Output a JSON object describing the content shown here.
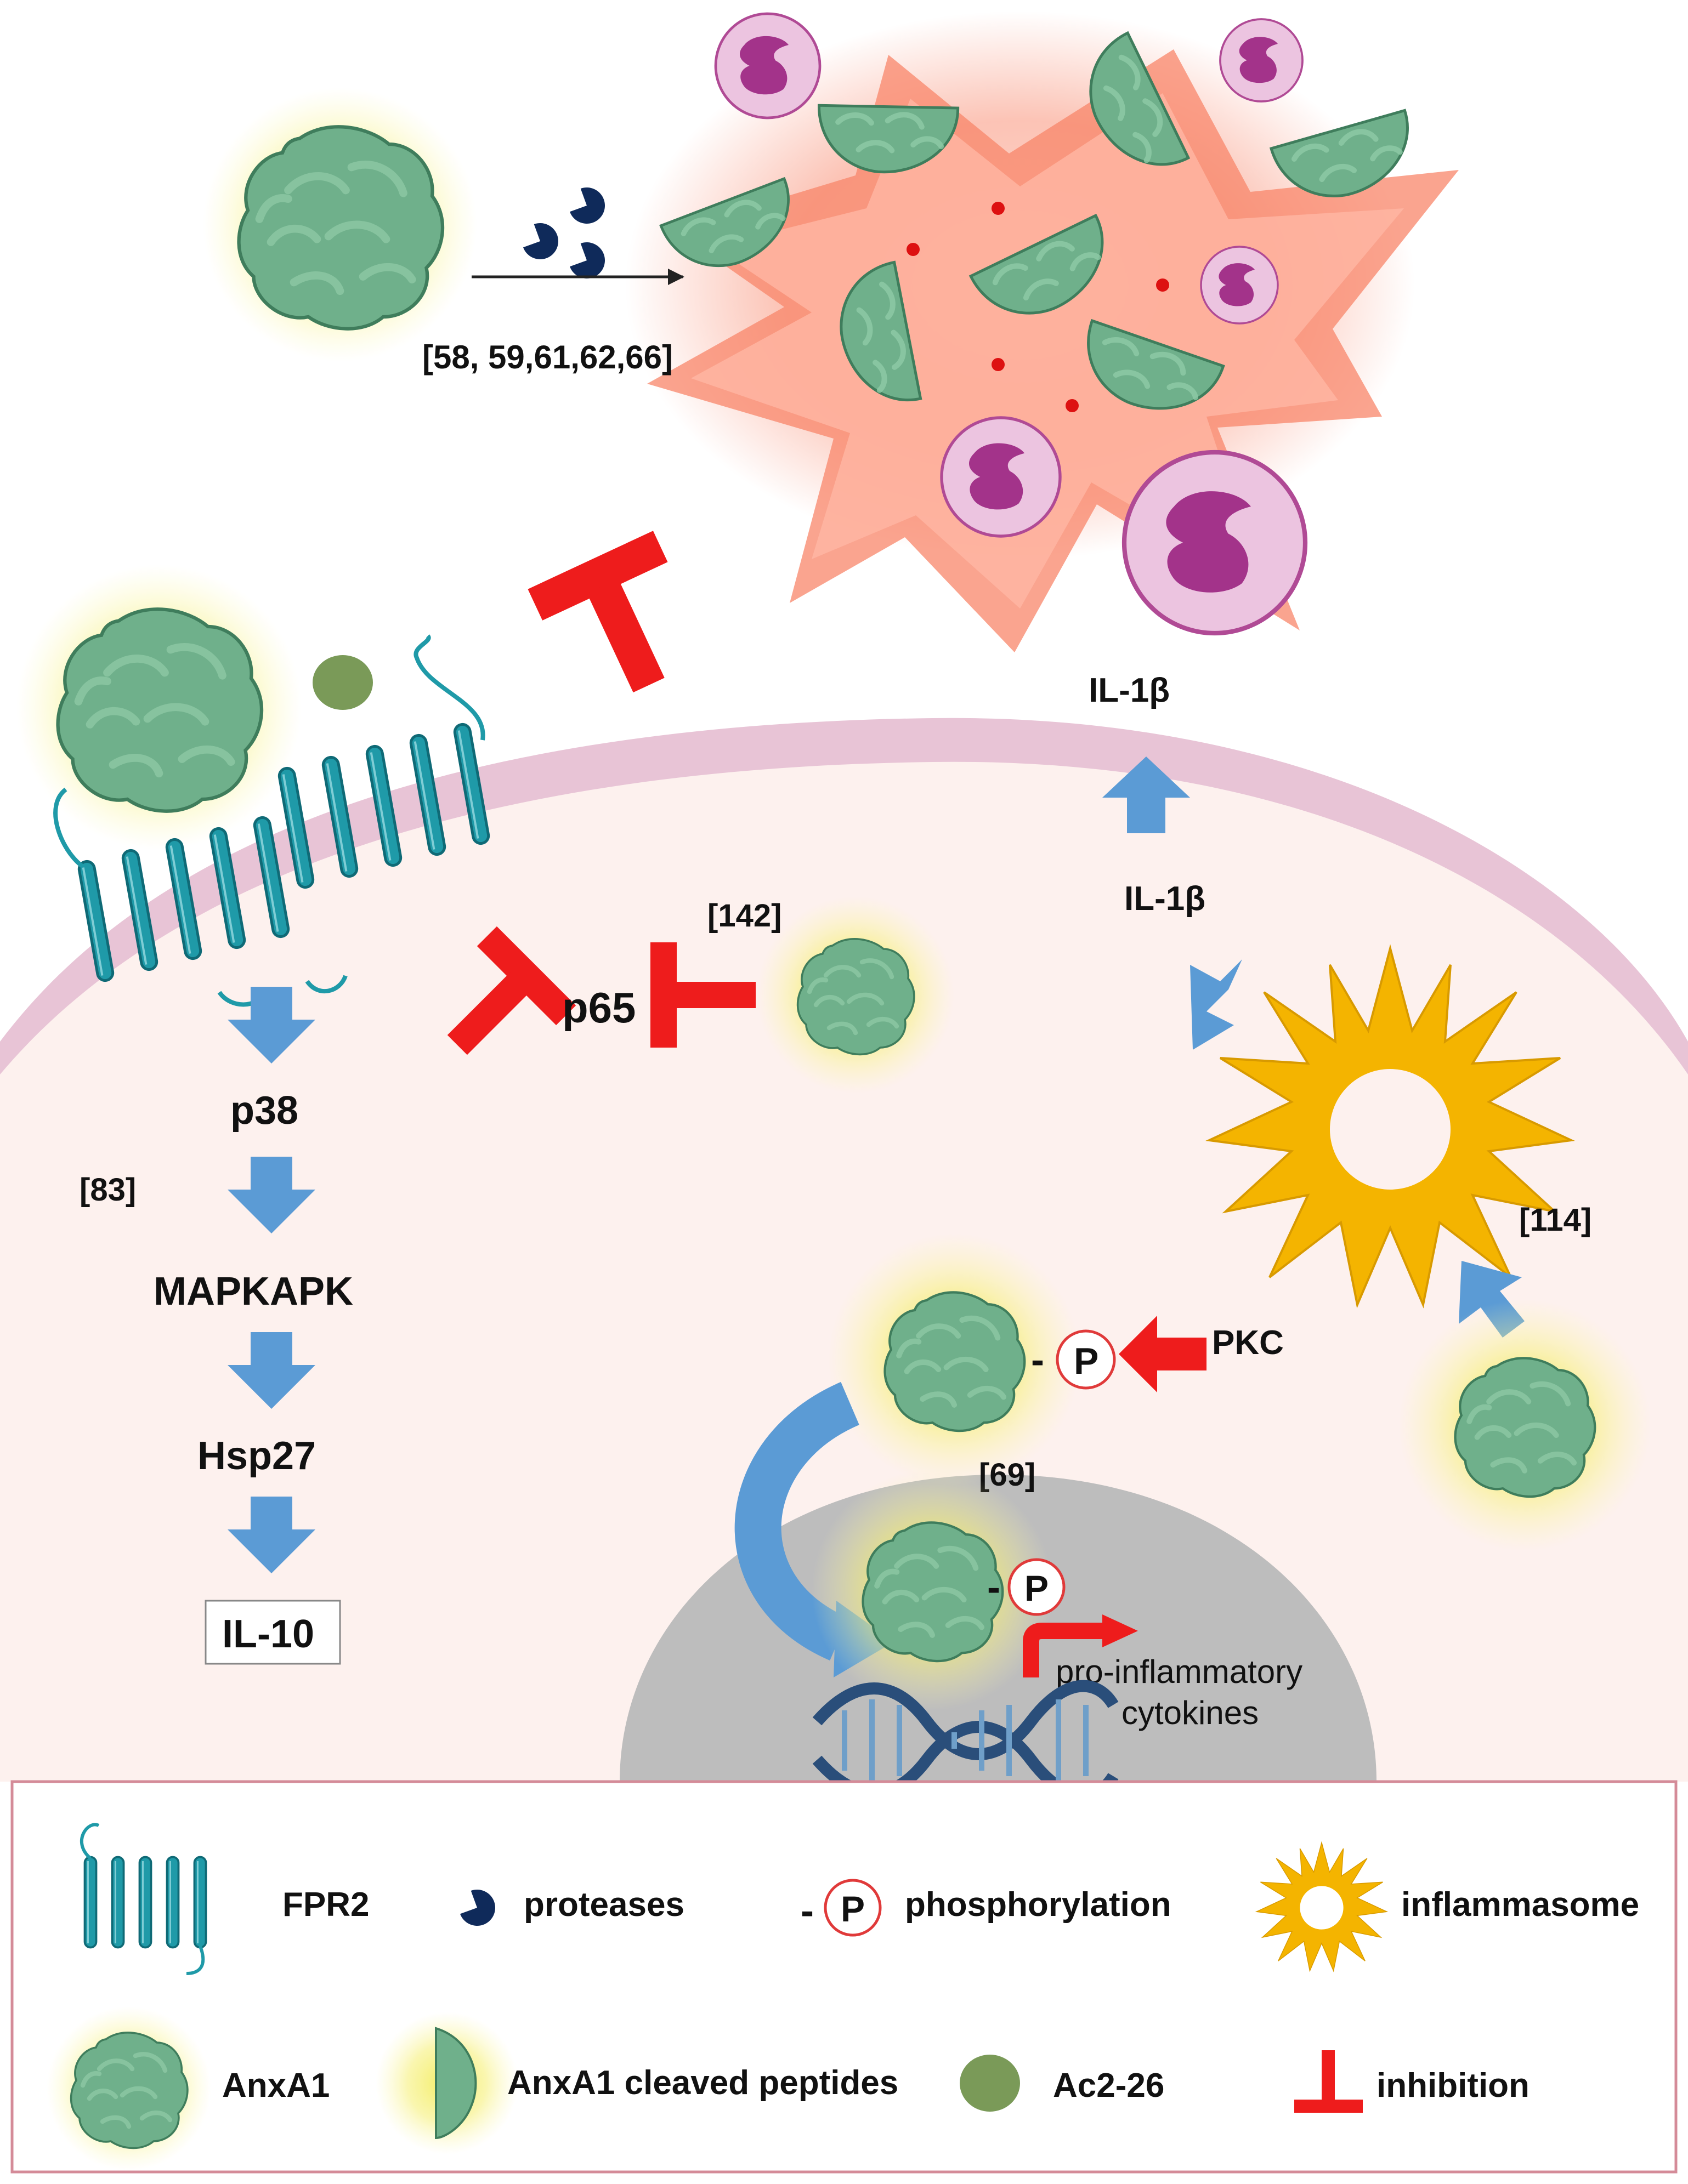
{
  "colors": {
    "cell_fill": "#fdf1ee",
    "membrane": "#e8c4d6",
    "nucleus": "#bdbdbd",
    "receptor": "#1f9aa8",
    "anxa1": "#6fb08b",
    "anxa1_glow": "#f3ec5a",
    "neutrophil_fill": "#ecc4e0",
    "neutrophil_nucleus": "#a3338a",
    "inflammation": "#f8866a",
    "protease": "#0f2a5a",
    "activation_arrow": "#5b9bd5",
    "inhibition": "#ee1c1c",
    "inflammasome": "#f4b400",
    "ac2_26": "#7a9a58"
  },
  "labels": {
    "ref_protease": "[58, 59,61,62,66]",
    "il1b_outside": "IL-1β",
    "il1b_inside": "IL-1β",
    "ref_142": "[142]",
    "p65": "p65",
    "p38": "p38",
    "ref_83": "[83]",
    "mapkapk": "MAPKAPK",
    "hsp27": "Hsp27",
    "il10": "IL-10",
    "ref_114": "[114]",
    "pkc": "PKC",
    "phospho_dash": "-",
    "phospho_p": "P",
    "ref_69": "[69]",
    "pro_inflammatory_line1": "pro-inflammatory",
    "pro_inflammatory_line2": "cytokines"
  },
  "legend": {
    "fpr2": "FPR2",
    "proteases": "proteases",
    "phospho_dash": "-",
    "phospho_p": "P",
    "phosphorylation": "phosphorylation",
    "inflammasome": "inflammasome",
    "anxa1": "AnxA1",
    "anxa1_cleaved": "AnxA1 cleaved peptides",
    "ac2_26": "Ac2-26",
    "inhibition": "inhibition"
  },
  "icons": [
    "anxa1-protein-icon",
    "protease-icon",
    "fpr2-receptor-icon",
    "neutrophil-icon",
    "inflammasome-icon",
    "dna-icon",
    "phosphate-icon",
    "inhibition-icon",
    "activation-arrow-icon"
  ]
}
